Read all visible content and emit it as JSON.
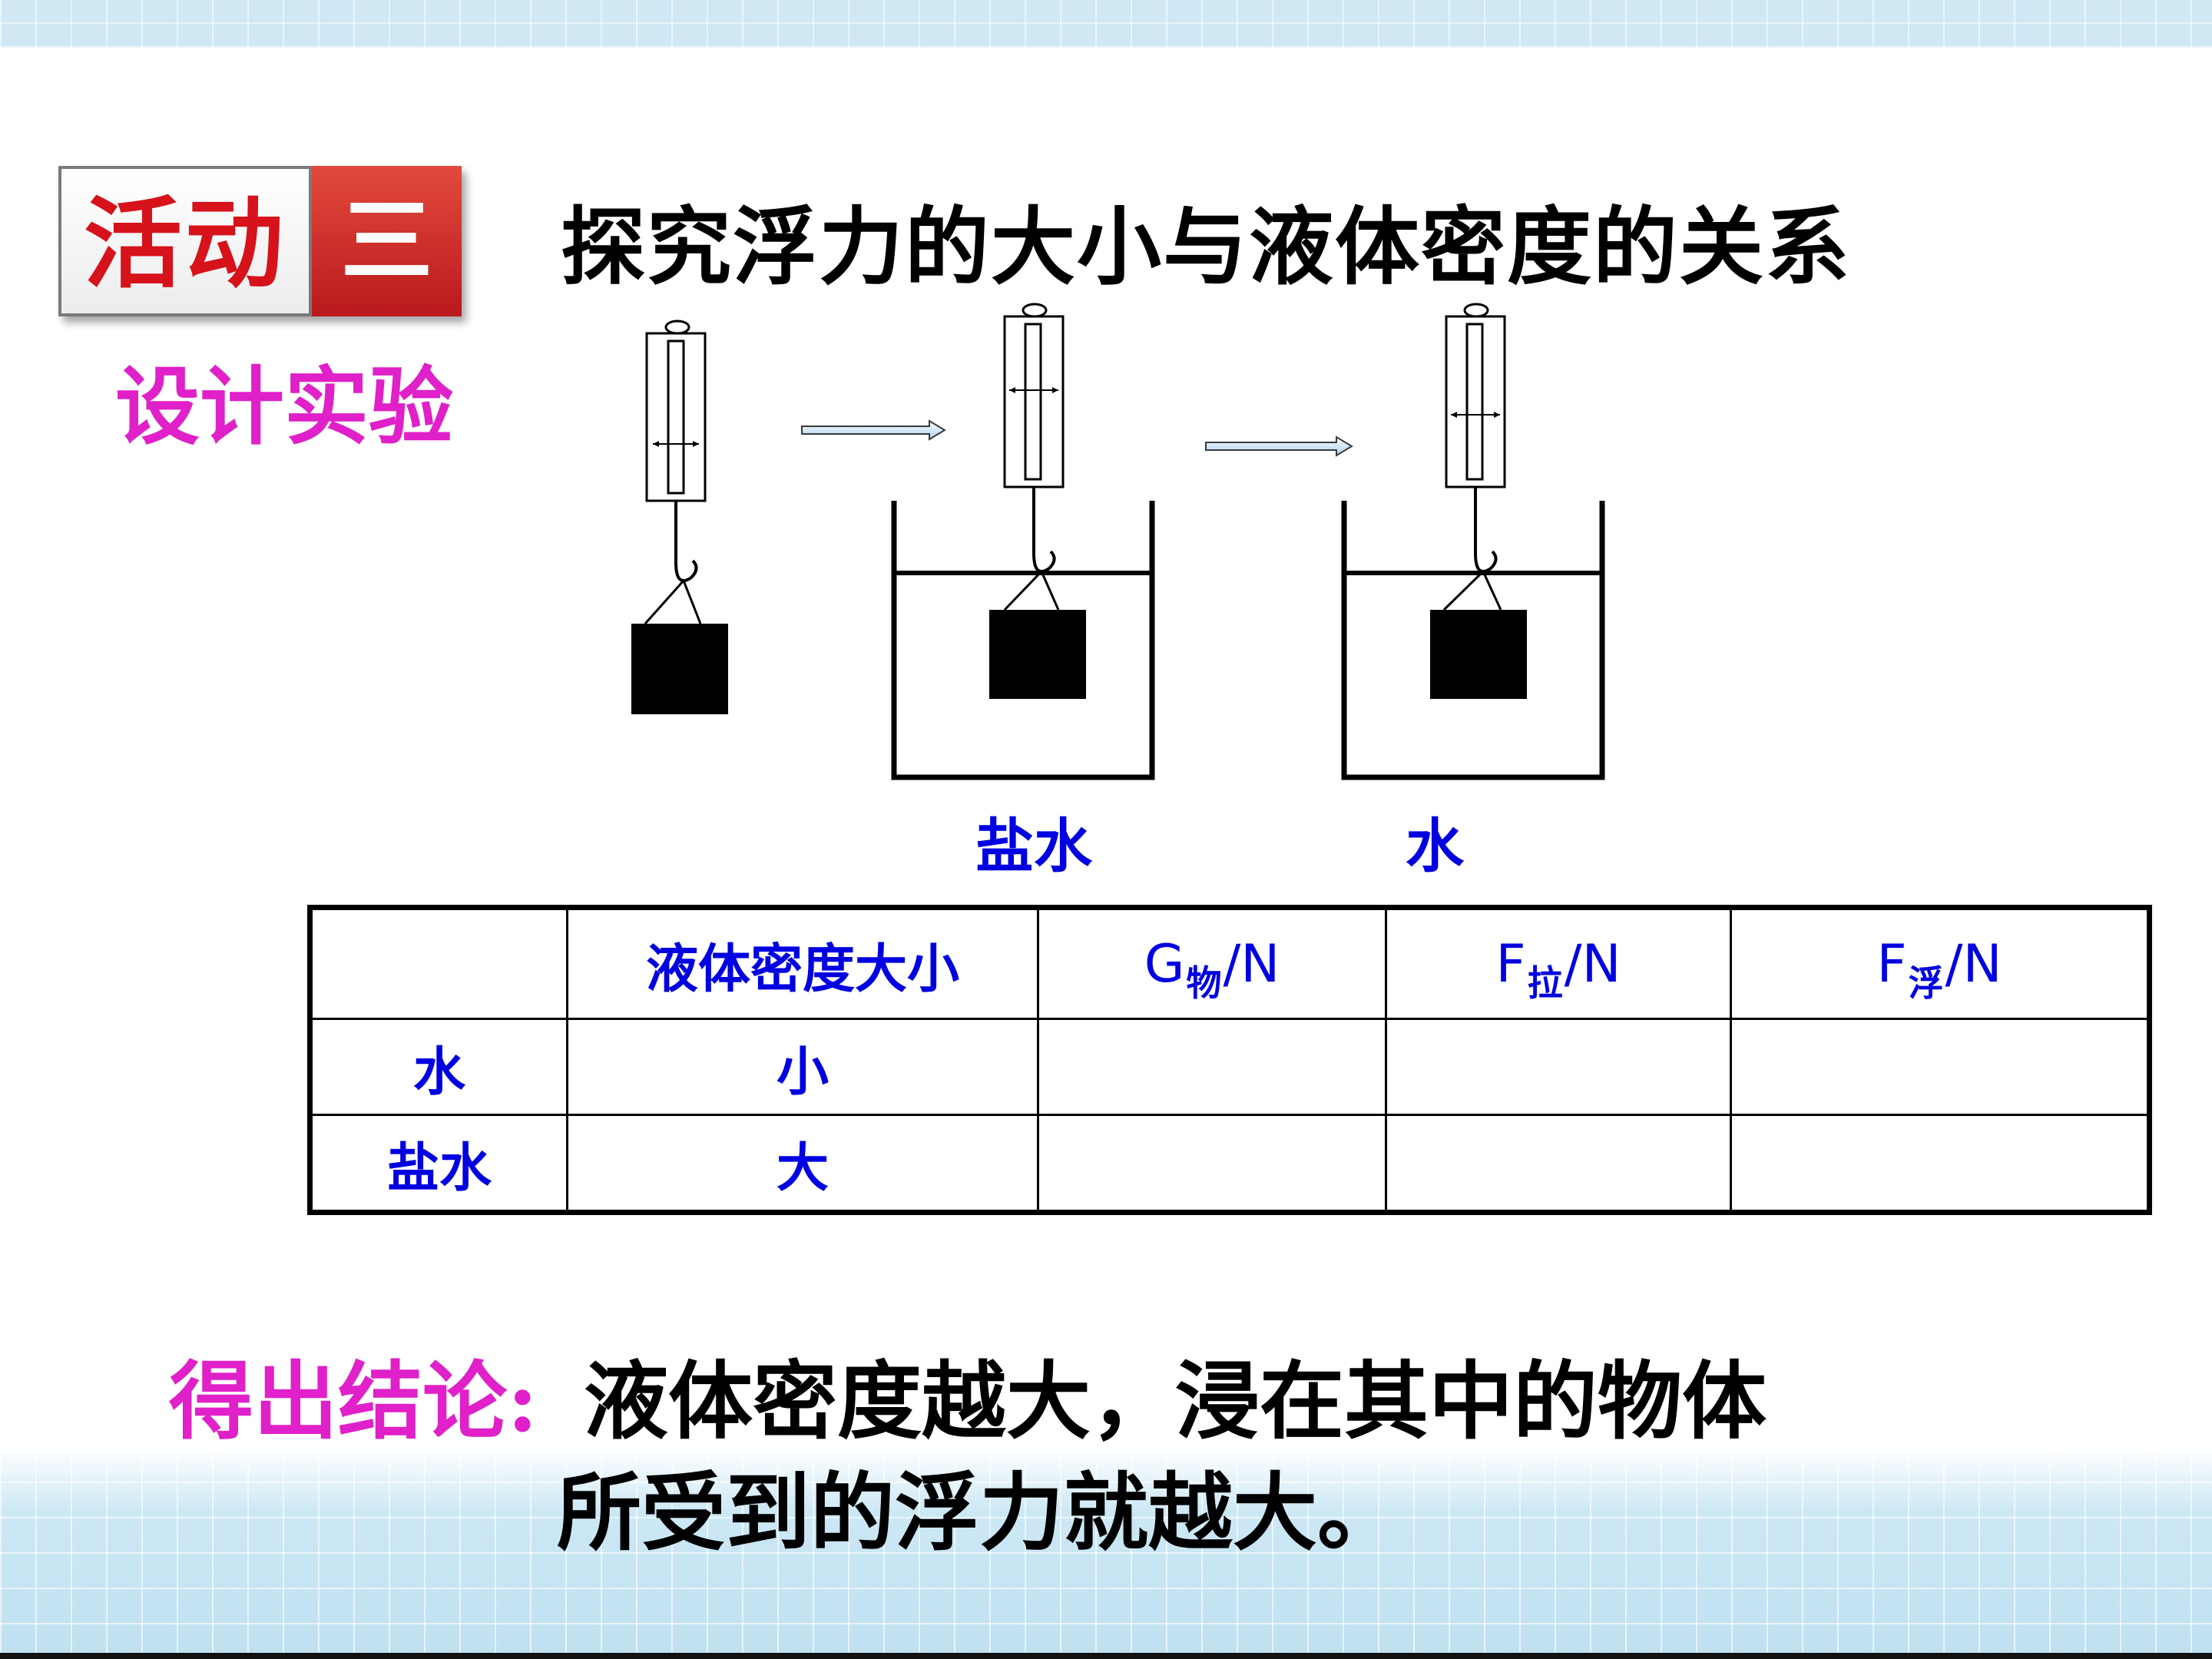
{
  "badge": {
    "main": "活动",
    "number": "三"
  },
  "heading": "探究浮力的大小与液体密度的关系",
  "sub_label": "设计实验",
  "diagram": {
    "label_brine": "盐水",
    "label_water": "水"
  },
  "table": {
    "headers": [
      "",
      "液体密度大小",
      "G",
      "F",
      "F"
    ],
    "header_subs": [
      "物",
      "拉",
      "浮"
    ],
    "unit": "/N",
    "rows": [
      {
        "liquid": "水",
        "density": "小"
      },
      {
        "liquid": "盐水",
        "density": "大"
      }
    ]
  },
  "conclusion": {
    "label": "得出结论:",
    "line1": "液体密度越大，浸在其中的物体",
    "line2": "所受到的浮力就越大。"
  },
  "colors": {
    "accent_red": "#d6121b",
    "magenta": "#e020c8",
    "blue_text": "#0000e0"
  }
}
